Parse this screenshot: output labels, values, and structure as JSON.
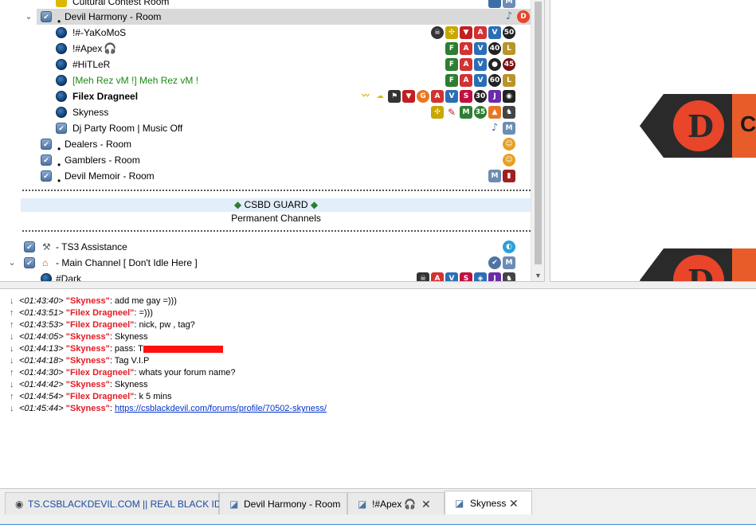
{
  "tree": {
    "rows": [
      {
        "label": "Cultural Contest Room"
      },
      {
        "label": "Devil Harmony - Room"
      },
      {
        "label": "!#-YaKoMoS"
      },
      {
        "label": "!#Apex"
      },
      {
        "label": "#HiTLeR"
      },
      {
        "label": "[Meh Rez vM !] Meh Rez vM !"
      },
      {
        "label": "Filex Dragneel"
      },
      {
        "label": "Skyness"
      },
      {
        "label": "Dj Party Room | Music Off"
      },
      {
        "label": "Dealers - Room"
      },
      {
        "label": "Gamblers - Room"
      },
      {
        "label": "Devil Memoir - Room"
      },
      {
        "label": "- TS3 Assistance"
      },
      {
        "label": "- Main Channel [ Don't Idle Here ]"
      },
      {
        "label": "#Dark"
      }
    ],
    "guard_title": "CSBD GUARD",
    "permanent_label": "Permanent Channels"
  },
  "info": {
    "banner_letter": "C"
  },
  "chat": {
    "lines": [
      {
        "dir": "in",
        "time": "<01:43:40>",
        "name": "\"Skyness\"",
        "msg": ": add me gay =)))"
      },
      {
        "dir": "out",
        "time": "<01:43:51>",
        "name": "\"Filex Dragneel\"",
        "msg": ": =)))"
      },
      {
        "dir": "out",
        "time": "<01:43:53>",
        "name": "\"Filex Dragneel\"",
        "msg": ": nick, pw , tag?"
      },
      {
        "dir": "in",
        "time": "<01:44:05>",
        "name": "\"Skyness\"",
        "msg": ": Skyness"
      },
      {
        "dir": "in",
        "time": "<01:44:13>",
        "name": "\"Skyness\"",
        "msg": ": pass: T"
      },
      {
        "dir": "in",
        "time": "<01:44:18>",
        "name": "\"Skyness\"",
        "msg": ": Tag V.I.P"
      },
      {
        "dir": "out",
        "time": "<01:44:30>",
        "name": "\"Filex Dragneel\"",
        "msg": ": whats your forum name?"
      },
      {
        "dir": "in",
        "time": "<01:44:42>",
        "name": "\"Skyness\"",
        "msg": ": Skyness"
      },
      {
        "dir": "out",
        "time": "<01:44:54>",
        "name": "\"Filex Dragneel\"",
        "msg": ": k 5 mins"
      },
      {
        "dir": "in",
        "time": "<01:45:44>",
        "name": "\"Skyness\"",
        "msg": ": ",
        "link": "https://csblackdevil.com/forums/profile/70502-skyness/"
      }
    ]
  },
  "tabs": [
    {
      "label": "TS.CSBLACKDEVIL.COM || REAL BLACK IDEAS!"
    },
    {
      "label": "Devil Harmony - Room"
    },
    {
      "label": "!#Apex"
    },
    {
      "label": "Skyness"
    }
  ],
  "colors": {
    "accent": "#3f86d1",
    "chat_name": "#e41b23",
    "link": "#0033cc",
    "selected_row": "#d9d9d9"
  }
}
